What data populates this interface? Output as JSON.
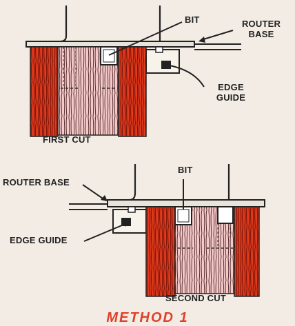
{
  "diagram1": {
    "labels": {
      "bit": "BIT",
      "router_base_line1": "ROUTER",
      "router_base_line2": "BASE",
      "edge_guide_line1": "EDGE",
      "edge_guide_line2": "GUIDE",
      "caption": "FIRST CUT"
    }
  },
  "diagram2": {
    "labels": {
      "bit": "BIT",
      "router_base": "ROUTER BASE",
      "edge_guide": "EDGE GUIDE",
      "caption": "SECOND CUT"
    }
  },
  "footer": {
    "title": "METHOD 1"
  },
  "colors": {
    "wood_red": "#e23a1c",
    "wood_grain": "#7a1408",
    "stock_pink": "#f3c9c9",
    "ink": "#222222",
    "background": "#f2ece4"
  }
}
